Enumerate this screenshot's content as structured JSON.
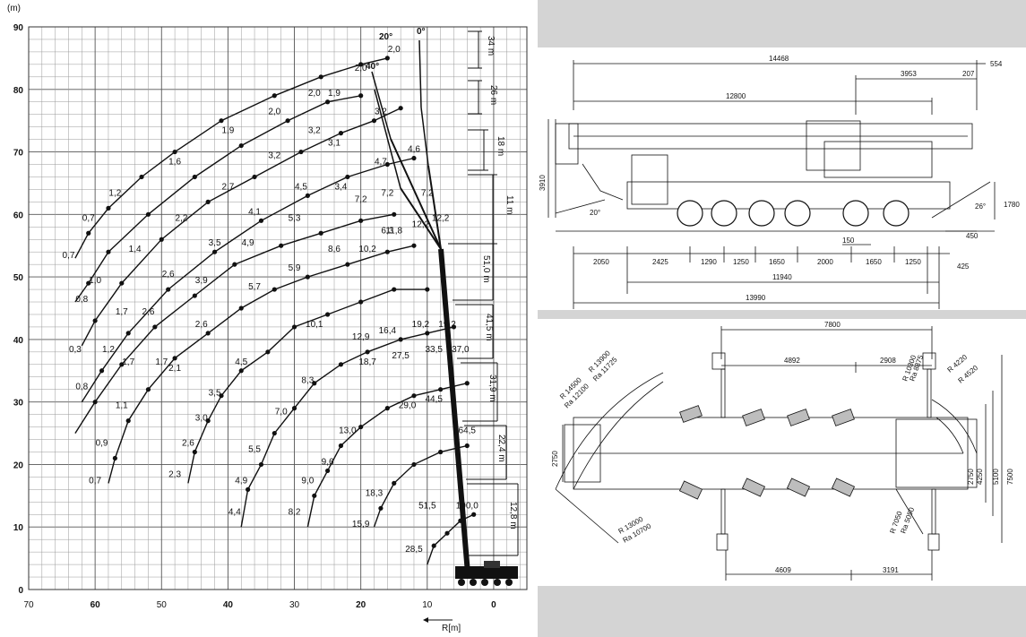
{
  "chart_data": {
    "type": "line",
    "ylabel": "(m)",
    "xlabel": "R[m]",
    "y_ticks": [
      "90",
      "80",
      "70",
      "60",
      "50",
      "40",
      "30",
      "20",
      "10",
      "0"
    ],
    "x_ticks": [
      "70",
      "60",
      "50",
      "40",
      "30",
      "20",
      "10",
      "0"
    ],
    "xlim": [
      70,
      -5
    ],
    "ylim": [
      0,
      90
    ],
    "grid": true,
    "angle_labels": [
      "20°",
      "0°",
      "40°"
    ],
    "jib_lengths": [
      "34 m",
      "26 m",
      "18 m",
      "11 m"
    ],
    "boom_lengths": [
      "51,0 m",
      "41,5 m",
      "31,9 m",
      "22,4 m",
      "12,8 m"
    ],
    "curves": [
      {
        "points": [
          [
            63,
            53
          ],
          [
            61,
            57
          ],
          [
            58,
            61
          ],
          [
            53,
            66
          ],
          [
            48,
            70
          ],
          [
            41,
            75
          ],
          [
            33,
            79
          ],
          [
            26,
            82
          ],
          [
            20,
            84
          ],
          [
            16,
            85
          ]
        ],
        "labels": [
          {
            "x": 61,
            "y": 59,
            "t": "0,7"
          },
          {
            "x": 57,
            "y": 63,
            "t": "1,2"
          },
          {
            "x": 48,
            "y": 68,
            "t": "1,6"
          },
          {
            "x": 40,
            "y": 73,
            "t": "1,9"
          },
          {
            "x": 33,
            "y": 76,
            "t": "2,0"
          },
          {
            "x": 27,
            "y": 79,
            "t": "2,0"
          },
          {
            "x": 20,
            "y": 83,
            "t": "2,0"
          },
          {
            "x": 15,
            "y": 86,
            "t": "2,0"
          }
        ]
      },
      {
        "points": [
          [
            63,
            46
          ],
          [
            61,
            49
          ],
          [
            58,
            54
          ],
          [
            52,
            60
          ],
          [
            45,
            66
          ],
          [
            38,
            71
          ],
          [
            31,
            75
          ],
          [
            25,
            78
          ],
          [
            20,
            79
          ]
        ],
        "labels": [
          {
            "x": 64,
            "y": 53,
            "t": "0,7"
          },
          {
            "x": 60,
            "y": 49,
            "t": "1,0"
          },
          {
            "x": 54,
            "y": 54,
            "t": "1,4"
          },
          {
            "x": 47,
            "y": 59,
            "t": "2,2"
          },
          {
            "x": 40,
            "y": 64,
            "t": "2,7"
          },
          {
            "x": 33,
            "y": 69,
            "t": "3,2"
          },
          {
            "x": 27,
            "y": 73,
            "t": "3,2"
          },
          {
            "x": 24,
            "y": 79,
            "t": "1,9"
          }
        ]
      },
      {
        "points": [
          [
            62,
            39
          ],
          [
            60,
            43
          ],
          [
            56,
            49
          ],
          [
            50,
            56
          ],
          [
            43,
            62
          ],
          [
            36,
            66
          ],
          [
            29,
            70
          ],
          [
            23,
            73
          ],
          [
            18,
            75
          ],
          [
            14,
            77
          ]
        ],
        "labels": [
          {
            "x": 62,
            "y": 46,
            "t": "0,8"
          },
          {
            "x": 56,
            "y": 44,
            "t": "1,7"
          },
          {
            "x": 49,
            "y": 50,
            "t": "2,6"
          },
          {
            "x": 42,
            "y": 55,
            "t": "3,5"
          },
          {
            "x": 36,
            "y": 60,
            "t": "4,1"
          },
          {
            "x": 29,
            "y": 64,
            "t": "4,5"
          },
          {
            "x": 24,
            "y": 71,
            "t": "3,1"
          },
          {
            "x": 17,
            "y": 76,
            "t": "3,2"
          }
        ]
      },
      {
        "points": [
          [
            62,
            30
          ],
          [
            59,
            35
          ],
          [
            55,
            41
          ],
          [
            49,
            48
          ],
          [
            42,
            54
          ],
          [
            35,
            59
          ],
          [
            28,
            63
          ],
          [
            22,
            66
          ],
          [
            16,
            68
          ],
          [
            12,
            69
          ]
        ],
        "labels": [
          {
            "x": 63,
            "y": 38,
            "t": "0,3"
          },
          {
            "x": 58,
            "y": 38,
            "t": "1,2"
          },
          {
            "x": 52,
            "y": 44,
            "t": "2,6"
          },
          {
            "x": 44,
            "y": 49,
            "t": "3,9"
          },
          {
            "x": 37,
            "y": 55,
            "t": "4,9"
          },
          {
            "x": 30,
            "y": 59,
            "t": "5,3"
          },
          {
            "x": 23,
            "y": 64,
            "t": "3,4"
          },
          {
            "x": 17,
            "y": 68,
            "t": "4,7"
          },
          {
            "x": 12,
            "y": 70,
            "t": "4,6"
          }
        ]
      },
      {
        "points": [
          [
            63,
            25
          ],
          [
            60,
            30
          ],
          [
            56,
            36
          ],
          [
            51,
            42
          ],
          [
            45,
            47
          ],
          [
            39,
            52
          ],
          [
            32,
            55
          ],
          [
            26,
            57
          ],
          [
            20,
            59
          ],
          [
            15,
            60
          ]
        ],
        "labels": [
          {
            "x": 62,
            "y": 32,
            "t": "0,8"
          },
          {
            "x": 55,
            "y": 36,
            "t": "1,7"
          },
          {
            "x": 50,
            "y": 36,
            "t": "1,7"
          },
          {
            "x": 44,
            "y": 42,
            "t": "2,6"
          },
          {
            "x": 20,
            "y": 62,
            "t": "7,2"
          },
          {
            "x": 16,
            "y": 63,
            "t": "7,2"
          },
          {
            "x": 10,
            "y": 63,
            "t": "7,2"
          },
          {
            "x": 16,
            "y": 57,
            "t": "6,3"
          }
        ]
      },
      {
        "points": [
          [
            58,
            17
          ],
          [
            57,
            21
          ],
          [
            55,
            27
          ],
          [
            52,
            32
          ],
          [
            48,
            37
          ],
          [
            43,
            41
          ],
          [
            38,
            45
          ],
          [
            33,
            48
          ],
          [
            28,
            50
          ],
          [
            22,
            52
          ],
          [
            16,
            54
          ],
          [
            12,
            55
          ]
        ],
        "labels": [
          {
            "x": 60,
            "y": 17,
            "t": "0,7"
          },
          {
            "x": 59,
            "y": 23,
            "t": "0,9"
          },
          {
            "x": 56,
            "y": 29,
            "t": "1,1"
          },
          {
            "x": 48,
            "y": 35,
            "t": "2,1"
          },
          {
            "x": 36,
            "y": 48,
            "t": "5,7"
          },
          {
            "x": 30,
            "y": 51,
            "t": "5,9"
          },
          {
            "x": 24,
            "y": 54,
            "t": "8,6"
          },
          {
            "x": 19,
            "y": 54,
            "t": "10,2"
          },
          {
            "x": 15,
            "y": 57,
            "t": "11,8"
          },
          {
            "x": 11,
            "y": 58,
            "t": "12,2"
          },
          {
            "x": 8,
            "y": 59,
            "t": "12,2"
          }
        ]
      },
      {
        "points": [
          [
            46,
            17
          ],
          [
            45,
            22
          ],
          [
            43,
            27
          ],
          [
            41,
            31
          ],
          [
            38,
            35
          ],
          [
            34,
            38
          ],
          [
            30,
            42
          ],
          [
            25,
            44
          ],
          [
            20,
            46
          ],
          [
            15,
            48
          ],
          [
            10,
            48
          ]
        ],
        "labels": [
          {
            "x": 48,
            "y": 18,
            "t": "2,3"
          },
          {
            "x": 46,
            "y": 23,
            "t": "2,6"
          },
          {
            "x": 44,
            "y": 27,
            "t": "3,0"
          },
          {
            "x": 42,
            "y": 31,
            "t": "3,5"
          },
          {
            "x": 38,
            "y": 36,
            "t": "4,5"
          },
          {
            "x": 27,
            "y": 42,
            "t": "10,1"
          },
          {
            "x": 20,
            "y": 40,
            "t": "12,9"
          },
          {
            "x": 16,
            "y": 41,
            "t": "16,4"
          },
          {
            "x": 11,
            "y": 42,
            "t": "19,2"
          },
          {
            "x": 7,
            "y": 42,
            "t": "19,2"
          }
        ]
      },
      {
        "points": [
          [
            38,
            10
          ],
          [
            37,
            16
          ],
          [
            35,
            20
          ],
          [
            33,
            25
          ],
          [
            30,
            29
          ],
          [
            27,
            33
          ],
          [
            23,
            36
          ],
          [
            19,
            38
          ],
          [
            14,
            40
          ],
          [
            10,
            41
          ],
          [
            6,
            42
          ]
        ],
        "labels": [
          {
            "x": 39,
            "y": 12,
            "t": "4,4"
          },
          {
            "x": 38,
            "y": 17,
            "t": "4,9"
          },
          {
            "x": 36,
            "y": 22,
            "t": "5,5"
          },
          {
            "x": 32,
            "y": 28,
            "t": "7,0"
          },
          {
            "x": 28,
            "y": 33,
            "t": "8,3"
          },
          {
            "x": 19,
            "y": 36,
            "t": "18,7"
          },
          {
            "x": 14,
            "y": 37,
            "t": "27,5"
          },
          {
            "x": 9,
            "y": 38,
            "t": "33,5"
          },
          {
            "x": 5,
            "y": 38,
            "t": "37,0"
          }
        ]
      },
      {
        "points": [
          [
            28,
            10
          ],
          [
            27,
            15
          ],
          [
            25,
            19
          ],
          [
            23,
            23
          ],
          [
            20,
            26
          ],
          [
            16,
            29
          ],
          [
            12,
            31
          ],
          [
            8,
            32
          ],
          [
            4,
            33
          ]
        ],
        "labels": [
          {
            "x": 30,
            "y": 12,
            "t": "8,2"
          },
          {
            "x": 28,
            "y": 17,
            "t": "9,0"
          },
          {
            "x": 25,
            "y": 20,
            "t": "9,6"
          },
          {
            "x": 22,
            "y": 25,
            "t": "13,0"
          },
          {
            "x": 13,
            "y": 29,
            "t": "29,0"
          },
          {
            "x": 9,
            "y": 30,
            "t": "44,5"
          },
          {
            "x": 4,
            "y": 25,
            "t": "64,5"
          }
        ]
      },
      {
        "points": [
          [
            18,
            10
          ],
          [
            17,
            13
          ],
          [
            15,
            17
          ],
          [
            12,
            20
          ],
          [
            8,
            22
          ],
          [
            4,
            23
          ]
        ],
        "labels": [
          {
            "x": 20,
            "y": 10,
            "t": "15,9"
          },
          {
            "x": 18,
            "y": 15,
            "t": "18,3"
          },
          {
            "x": 10,
            "y": 13,
            "t": "51,5"
          },
          {
            "x": 4,
            "y": 13,
            "t": "100,0"
          }
        ]
      },
      {
        "points": [
          [
            10,
            4
          ],
          [
            9,
            7
          ],
          [
            7,
            9
          ],
          [
            5,
            11
          ],
          [
            3,
            12
          ]
        ],
        "labels": [
          {
            "x": 12,
            "y": 6,
            "t": "28,5"
          }
        ]
      }
    ]
  },
  "side_view": {
    "dims_top": [
      "14468",
      "554",
      "207",
      "3953",
      "12800"
    ],
    "height_left": "3910",
    "height_right": "1780",
    "angle_front": "20°",
    "angle_rear": "26°",
    "axle_dims": [
      "2050",
      "2425",
      "1290",
      "1250",
      "1650",
      "2000",
      "1650",
      "1250",
      "425"
    ],
    "dim_150": "150",
    "dim_450": "450",
    "dim_11940": "11940",
    "dim_13990": "13990"
  },
  "top_view": {
    "dim_top": "7800",
    "dim_4892": "4892",
    "dim_2908": "2908",
    "radii_left": [
      "R 13900",
      "Ra 11725",
      "R 14500",
      "Ra 12100"
    ],
    "radii_right": [
      "R 10300",
      "Ra 8875",
      "R 4220",
      "R 4520"
    ],
    "radii_bottom_left": [
      "R 13000",
      "Ra 10700"
    ],
    "radii_bottom_right": [
      "R 7050",
      "Ra 5050"
    ],
    "dim_2750_left": "2750",
    "dims_right": [
      "2750",
      "4250",
      "5100",
      "7500"
    ],
    "dim_4609": "4609",
    "dim_3191": "3191"
  }
}
